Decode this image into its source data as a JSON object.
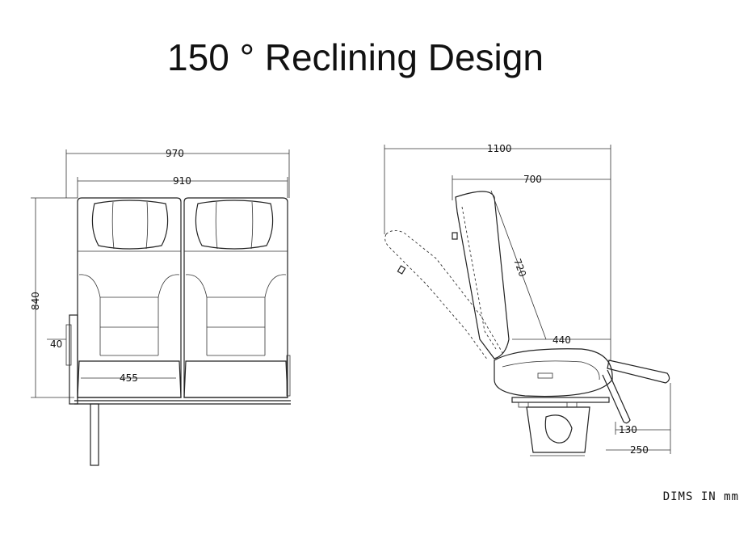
{
  "title": "150 ° Reclining Design",
  "units_note": "DIMS IN mm",
  "front_view": {
    "overall_width": "970",
    "seat_width_total": "910",
    "height": "840",
    "armrest_offset": "40",
    "cushion_width": "455"
  },
  "side_view": {
    "overall_depth": "1100",
    "seat_depth_top": "700",
    "backrest_length": "720",
    "cushion_depth": "440",
    "footrest_offset": "130",
    "footrest_depth": "250"
  }
}
